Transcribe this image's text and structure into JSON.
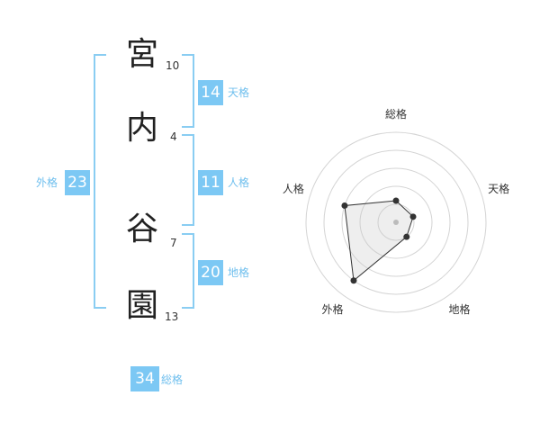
{
  "name": {
    "chars": [
      "宮",
      "内",
      "谷",
      "園"
    ],
    "strokes": [
      "10",
      "4",
      "7",
      "13"
    ]
  },
  "scores": {
    "tenkaku": {
      "value": "14",
      "label": "天格"
    },
    "jinkaku": {
      "value": "11",
      "label": "人格"
    },
    "chikaku": {
      "value": "20",
      "label": "地格"
    },
    "gaikaku": {
      "value": "23",
      "label": "外格"
    },
    "soukaku": {
      "value": "34",
      "label": "総格"
    }
  },
  "colors": {
    "badge": "#7cc8f4",
    "bracket": "#8acdf2",
    "label": "#6fbfee"
  },
  "chart_data": {
    "type": "radar",
    "axes": [
      "総格",
      "天格",
      "地格",
      "外格",
      "人格"
    ],
    "values": [
      1.2,
      1.0,
      1.0,
      4.0,
      3.0
    ],
    "range": [
      0,
      5
    ],
    "rings": 5
  }
}
